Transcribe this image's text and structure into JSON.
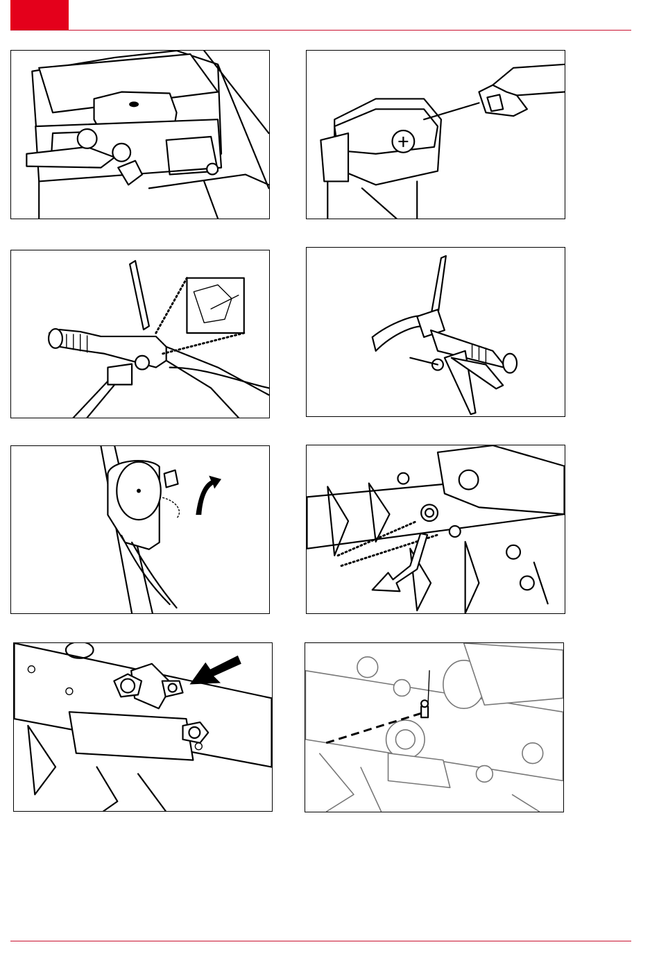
{
  "colors": {
    "accent": "#e4001b",
    "rule": "#c8102e"
  },
  "figures": [
    {
      "id": "fig-engine-choke",
      "icon": "engine-choke-illustration"
    },
    {
      "id": "fig-engine-start",
      "icon": "engine-start-pull-illustration"
    },
    {
      "id": "fig-handle-throttle",
      "icon": "handle-throttle-illustration"
    },
    {
      "id": "fig-handle-lever",
      "icon": "handle-clutch-lever-illustration"
    },
    {
      "id": "fig-cable-adjust",
      "icon": "cable-adjust-illustration"
    },
    {
      "id": "fig-blade-removal",
      "icon": "blade-removal-illustration"
    },
    {
      "id": "fig-blade-bolt",
      "icon": "blade-bolt-illustration"
    },
    {
      "id": "fig-grease-point",
      "icon": "grease-point-illustration"
    }
  ]
}
